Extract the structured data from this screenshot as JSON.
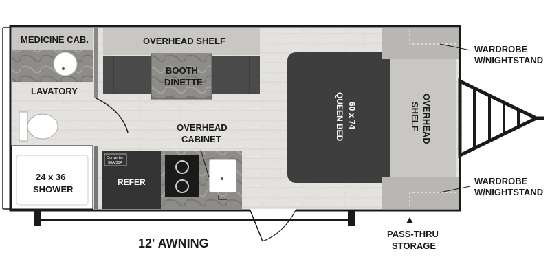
{
  "labels": {
    "medicine_cab": "MEDICINE CAB.",
    "overhead_shelf_top": "OVERHEAD SHELF",
    "booth_dinette_1": "BOOTH",
    "booth_dinette_2": "DINETTE",
    "lavatory": "LAVATORY",
    "overhead_cabinet_1": "OVERHEAD",
    "overhead_cabinet_2": "CABINET",
    "shower_1": "24 x 36",
    "shower_2": "SHOWER",
    "refer": "REFER",
    "converter_1": "Converter",
    "converter_2": "30A/35A",
    "queen_bed_1": "60 x 74",
    "queen_bed_2": "QUEEN BED",
    "overhead_shelf_front_1": "OVERHEAD",
    "overhead_shelf_front_2": "SHELF",
    "wardrobe_top_1": "WARDROBE",
    "wardrobe_top_2": "W/NIGHTSTAND",
    "wardrobe_bottom_1": "WARDROBE",
    "wardrobe_bottom_2": "W/NIGHTSTAND",
    "awning": "12' AWNING",
    "pass_thru_1": "PASS-THRU",
    "pass_thru_2": "STORAGE"
  },
  "colors": {
    "outline": "#1a1a1a",
    "floor": "#e3e1de",
    "cabinet_light": "#c9c7c4",
    "counter_stone": "#8c8a86",
    "dark_upholstery": "#4a4a4a",
    "bed": "#3e3e3e",
    "appliance": "#333333"
  },
  "icons": [
    "sink-icon",
    "toilet-icon",
    "stovetop-icon",
    "tongue-hitch-icon",
    "door-swing-icon"
  ]
}
